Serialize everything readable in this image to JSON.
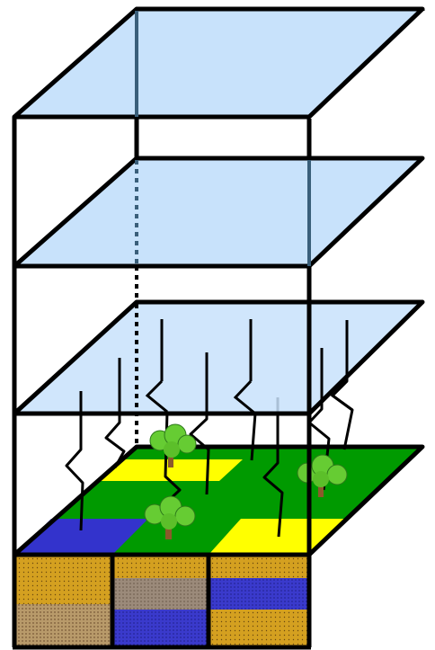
{
  "diagram": {
    "layers": [
      {
        "id": "top-plane",
        "fill": "#c8e2fb"
      },
      {
        "id": "upper-plane",
        "fill": "#c8e2fb"
      },
      {
        "id": "middle-plane",
        "fill": "#c8e2fb"
      }
    ],
    "land_cover_colors": {
      "grass": "#009a00",
      "crop": "#ffff00",
      "water": "#3333cc",
      "tree_foliage": "#66cc33",
      "tree_trunk": "#8b5a2b"
    },
    "soil_colors": {
      "sand": "#d4a020",
      "clay": "#9b8a7a",
      "water_table": "#3a3acc",
      "loam": "#b89a6a"
    },
    "soil_columns": [
      {
        "id": "soil-column-left",
        "layers": [
          "sand",
          "loam"
        ]
      },
      {
        "id": "soil-column-middle",
        "layers": [
          "sand",
          "clay",
          "water_table"
        ]
      },
      {
        "id": "soil-column-right",
        "layers": [
          "sand",
          "water_table",
          "sand"
        ]
      }
    ],
    "outline_color": "#000000",
    "hidden_edge_color": "#3a5f7a"
  }
}
